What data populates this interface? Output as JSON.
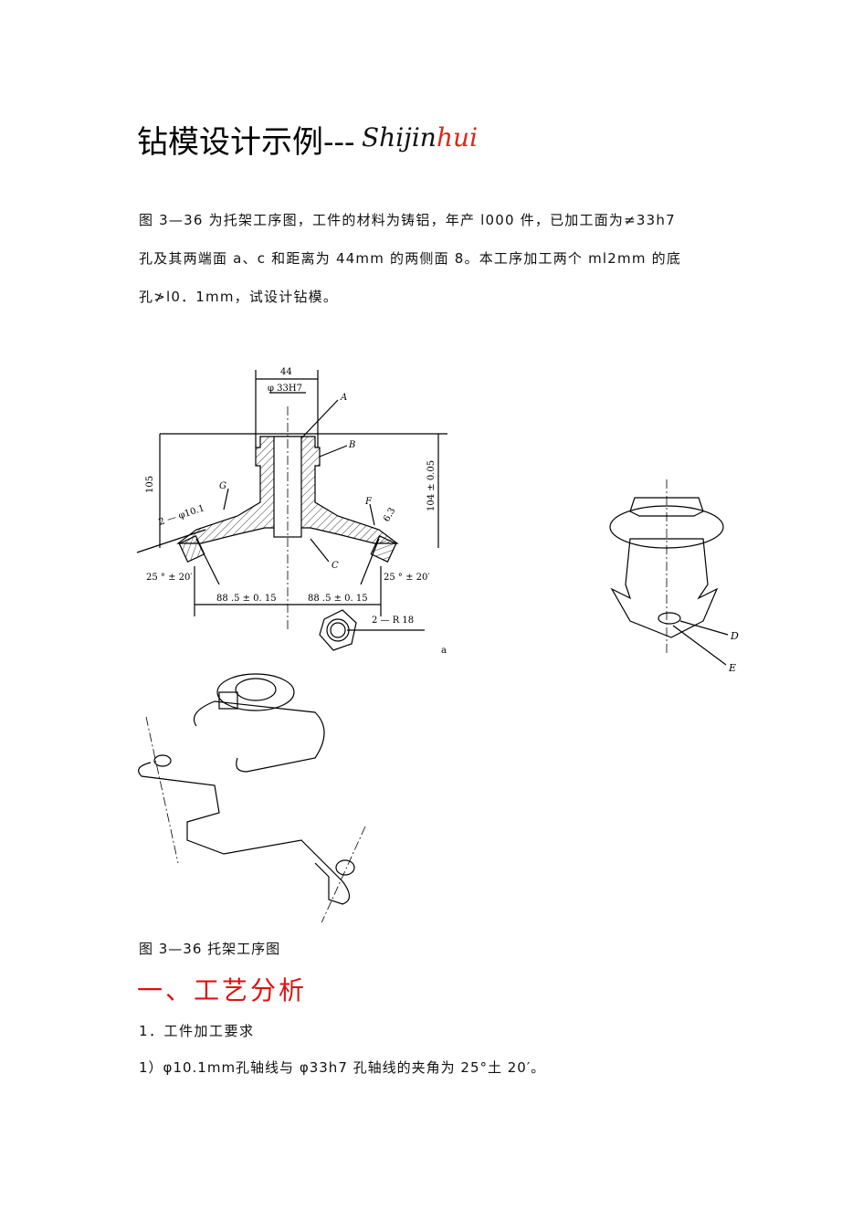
{
  "doc": {
    "title": "钻模设计示例---",
    "logo_text": "Shijinhui",
    "logo_text_dark": "Shijin",
    "logo_text_red": "hui",
    "intro_lines": [
      "图 3—36 为托架工序图，工件的材料为铸铝，年产 l000 件，已加工面为≠33h7",
      "孔及其两端面 a、c 和距离为 44mm 的两侧面 8。本工序加工两个 ml2mm 的底",
      "孔≯l0．1mm，试设计钻模。"
    ],
    "figure_labels": {
      "dim_44": "44",
      "dim_bore": "φ 33H7",
      "dim_105": "105",
      "dim_104": "104 ± 0.05",
      "dim_hole": "2 — φ10.1",
      "dim_angle_left": "25 ° ± 20′",
      "dim_angle_right": "25 ° ± 20′",
      "dim_left_span": "88 .5 ± 0. 15",
      "dim_right_span": "88 .5 ± 0. 15",
      "dim_radius": "2 — R 18",
      "dim_6": "6.3",
      "label_A": "A",
      "label_B": "B",
      "label_C": "C",
      "label_G": "G",
      "label_F": "F",
      "label_D": "D",
      "label_E": "E",
      "label_a": "a"
    },
    "caption": "图 3—36 托架工序图",
    "section_heading": "一、工艺分析",
    "item_1": "1．工件加工要求",
    "item_2": "1）φ10.1mm孔轴线与 φ33h7 孔轴线的夹角为 25°土 20′。"
  },
  "colors": {
    "text": "#111111",
    "heading_red": "#e01010",
    "logo_red": "#d62b1a",
    "line": "#000000"
  }
}
